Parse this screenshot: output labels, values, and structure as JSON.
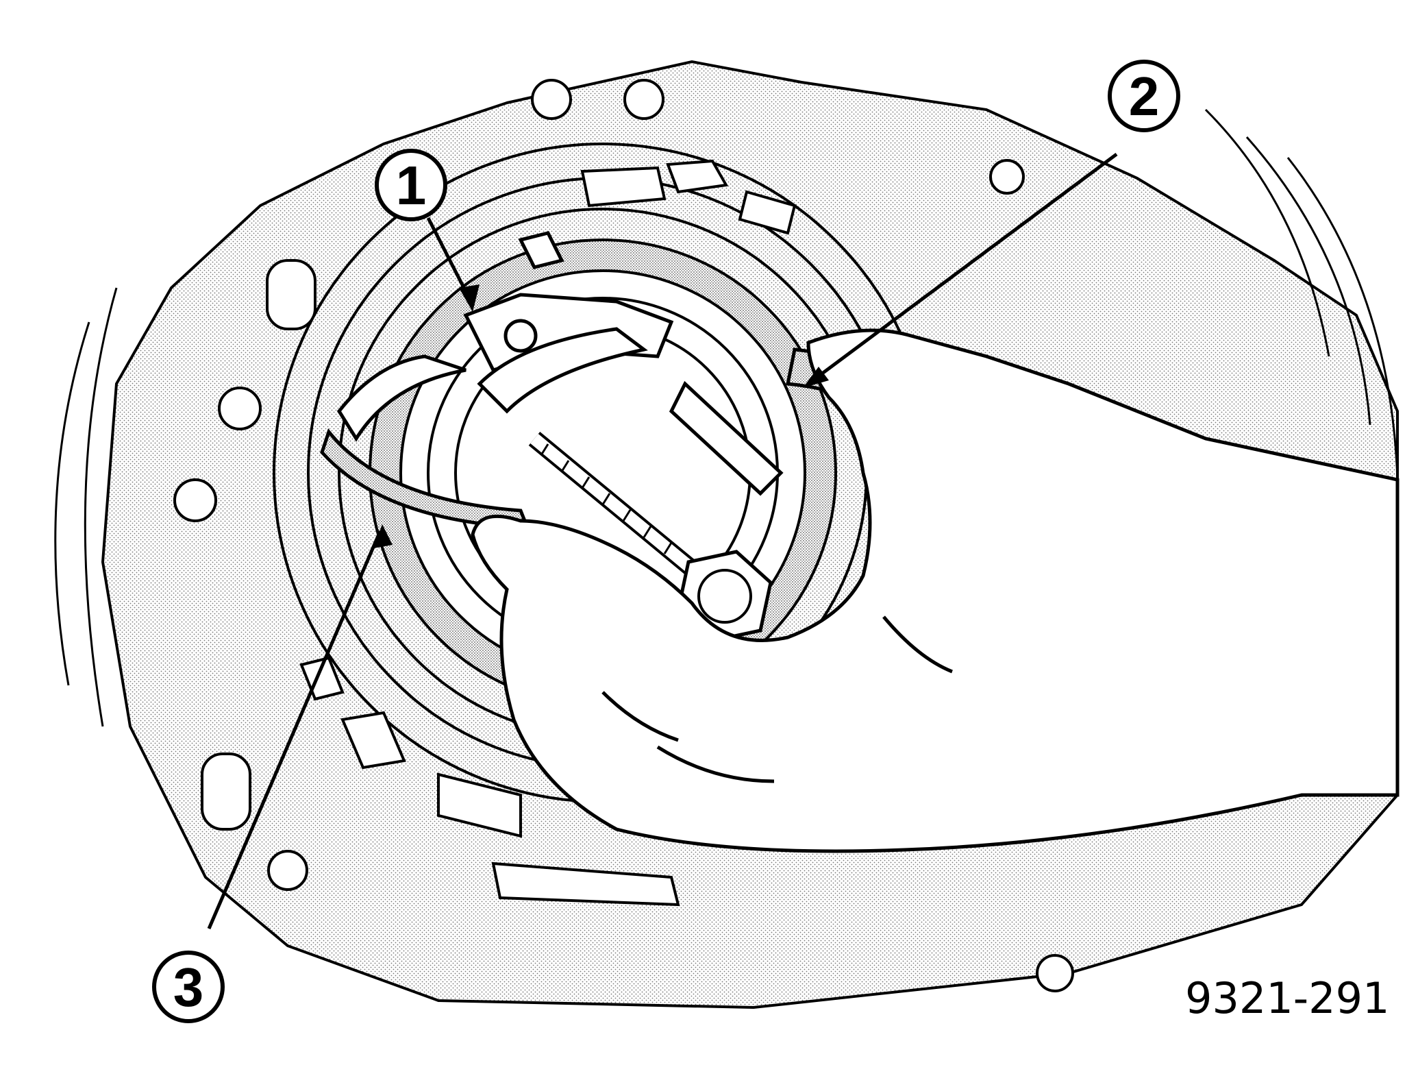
{
  "figure": {
    "callouts": [
      {
        "id": "1",
        "label": "1"
      },
      {
        "id": "2",
        "label": "2"
      },
      {
        "id": "3",
        "label": "3"
      }
    ],
    "figure_number": "9321-291"
  },
  "colors": {
    "ink": "#000000",
    "paper": "#ffffff",
    "halftone": "#bdbdbd"
  }
}
